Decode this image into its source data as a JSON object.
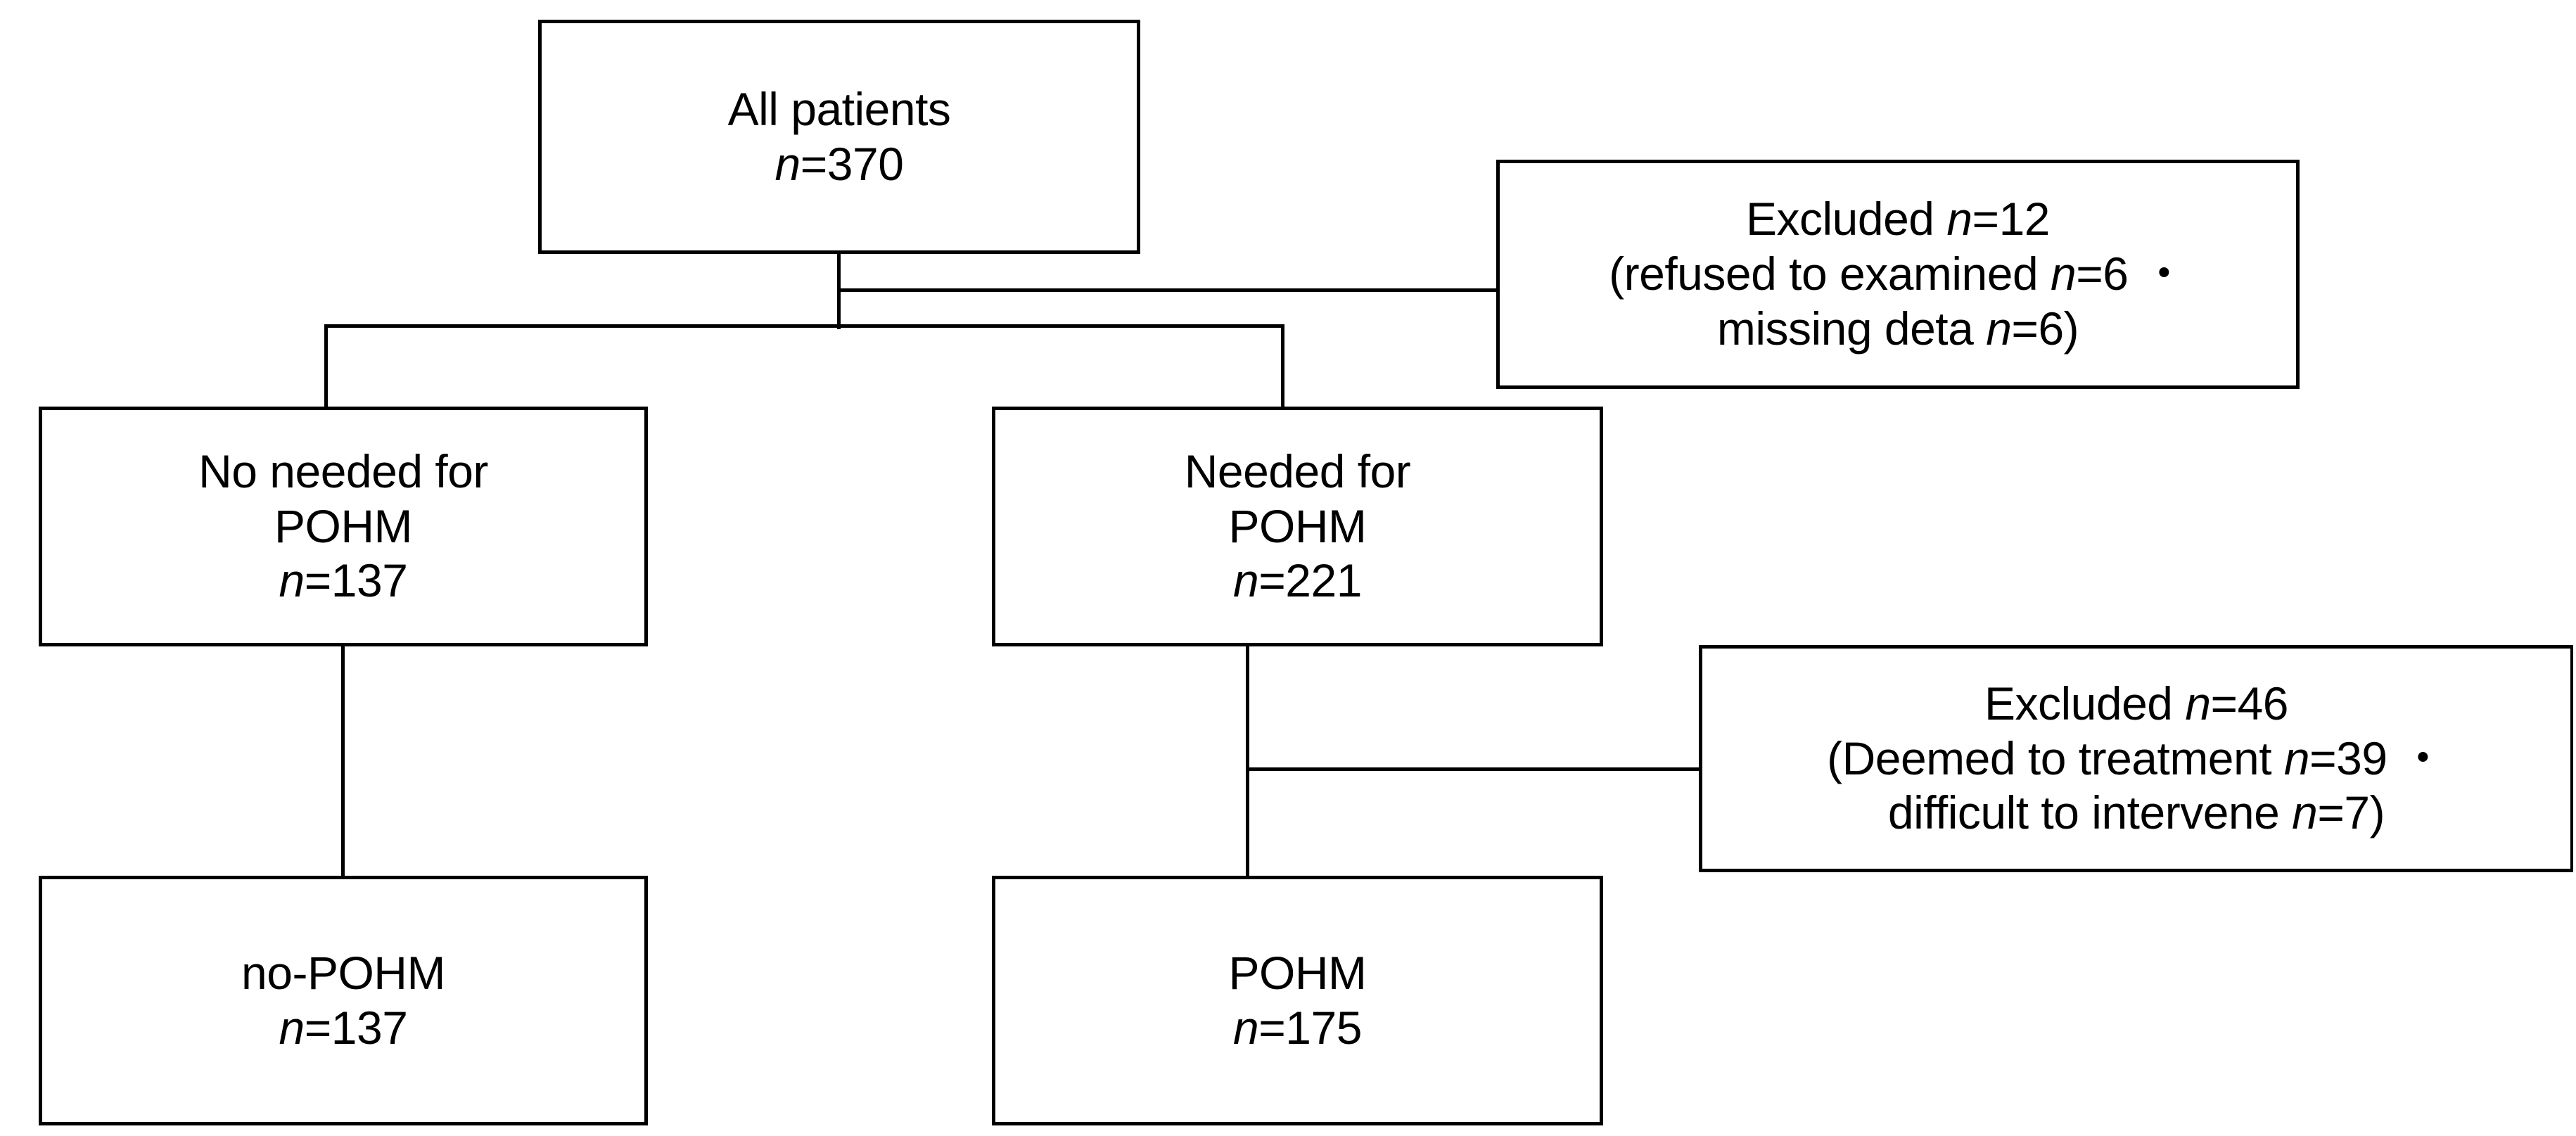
{
  "diagram": {
    "title": "Patient enrollment flow diagram",
    "type": "flowchart",
    "colors": {
      "box_border": "#000000",
      "box_fill": "#ffffff",
      "connector": "#000000",
      "text": "#000000",
      "background": "#ffffff"
    }
  },
  "nodes": {
    "all_patients": {
      "line1": "All patients",
      "line2_prefix": "n",
      "line2_suffix": "=370",
      "n": 370
    },
    "excluded_1": {
      "line1_prefix": "Excluded ",
      "line1_italic": "n",
      "line1_suffix": "=12",
      "line2_prefix": "(refused to examined ",
      "line2_italic": "n",
      "line2_suffix": "=6 ・",
      "line3_prefix": "missing deta ",
      "line3_italic": "n",
      "line3_suffix": "=6)",
      "total": 12,
      "refused_to_examined": 6,
      "missing_deta": 6
    },
    "no_needed": {
      "line1": "No needed for",
      "line2": "POHM",
      "line3_prefix": "n",
      "line3_suffix": "=137",
      "n": 137
    },
    "needed": {
      "line1": "Needed for",
      "line2": "POHM",
      "line3_prefix": "n",
      "line3_suffix": "=221",
      "n": 221
    },
    "excluded_2": {
      "line1_prefix": "Excluded ",
      "line1_italic": "n",
      "line1_suffix": "=46",
      "line2_prefix": "(Deemed to treatment ",
      "line2_italic": "n",
      "line2_suffix": "=39 ・",
      "line3_prefix": "difficult to intervene ",
      "line3_italic": "n",
      "line3_suffix": "=7)",
      "total": 46,
      "deemed_to_treatment": 39,
      "difficult_to_intervene": 7
    },
    "no_pohm": {
      "line1": "no-POHM",
      "line2_prefix": "n",
      "line2_suffix": "=137",
      "n": 137
    },
    "pohm": {
      "line1": "POHM",
      "line2_prefix": "n",
      "line2_suffix": "=175",
      "n": 175
    }
  }
}
